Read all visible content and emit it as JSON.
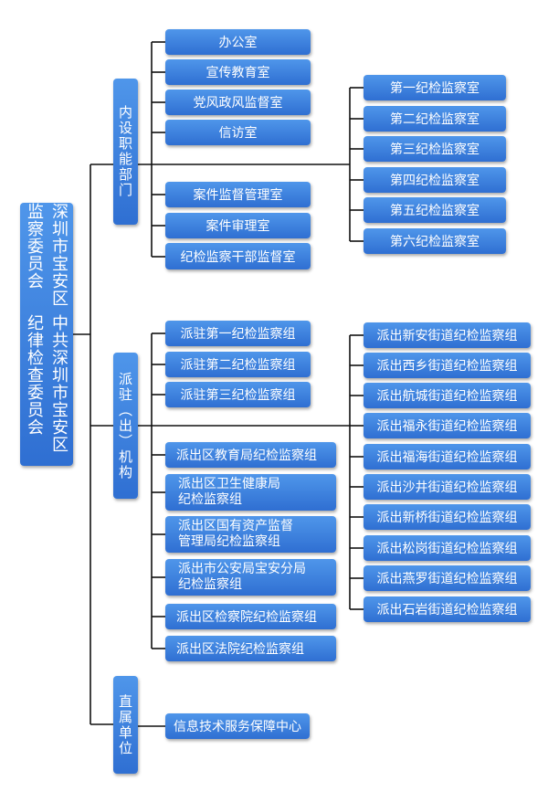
{
  "root": {
    "line1": "深圳市宝安区监察委员会",
    "line2": "中共深圳市宝安区纪律检查委员会"
  },
  "categories": {
    "internal": "内设职能部门",
    "dispatched": "派驻（出）机构",
    "direct": "直属单位"
  },
  "internal_offices": [
    "办公室",
    "宣传教育室",
    "党风政风监督室",
    "信访室",
    "案件监督管理室",
    "案件审理室",
    "纪检监察干部监督室"
  ],
  "inspection_offices": [
    "第一纪检监察室",
    "第二纪检监察室",
    "第三纪检监察室",
    "第四纪检监察室",
    "第五纪检监察室",
    "第六纪检监察室"
  ],
  "resident_groups": [
    "派驻第一纪检监察组",
    "派驻第二纪检监察组",
    "派驻第三纪检监察组"
  ],
  "dispatched_groups": [
    {
      "a": "派出区教育局纪检监察组",
      "b": ""
    },
    {
      "a": "派出区卫生健康局",
      "b": "纪检监察组"
    },
    {
      "a": "派出区国有资产监督",
      "b": "管理局纪检监察组"
    },
    {
      "a": "派出市公安局宝安分局",
      "b": "纪检监察组"
    },
    {
      "a": "派出区检察院纪检监察组",
      "b": ""
    },
    {
      "a": "派出区法院纪检监察组",
      "b": ""
    }
  ],
  "street_groups": [
    "派出新安街道纪检监察组",
    "派出西乡街道纪检监察组",
    "派出航城街道纪检监察组",
    "派出福永街道纪检监察组",
    "派出福海街道纪检监察组",
    "派出沙井街道纪检监察组",
    "派出新桥街道纪检监察组",
    "派出松岗街道纪检监察组",
    "派出燕罗街道纪检监察组",
    "派出石岩街道纪检监察组"
  ],
  "direct_units": [
    "信息技术服务保障中心"
  ]
}
